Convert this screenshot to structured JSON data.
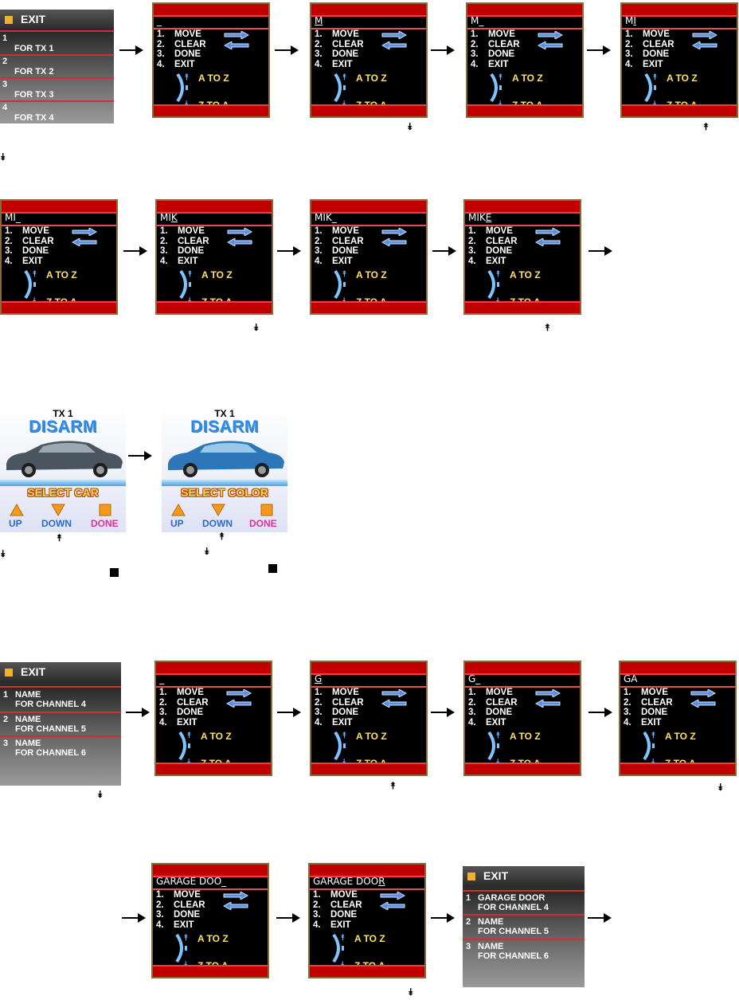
{
  "editor": {
    "menu_items": [
      {
        "num": "1.",
        "label": "MOVE"
      },
      {
        "num": "2.",
        "label": "CLEAR"
      },
      {
        "num": "3.",
        "label": "DONE"
      },
      {
        "num": "4.",
        "label": "EXIT"
      }
    ],
    "a_to_z": "A TO Z",
    "z_to_a": "Z TO A"
  },
  "row1": {
    "menu": {
      "exit": "EXIT",
      "entries": [
        {
          "num": "1",
          "text": "FOR TX 1"
        },
        {
          "num": "2",
          "text": "FOR TX 2"
        },
        {
          "num": "3",
          "text": "FOR TX 3"
        },
        {
          "num": "4",
          "text": "FOR TX 4"
        }
      ]
    },
    "screens": [
      {
        "name": "_",
        "cursor": ""
      },
      {
        "name": "",
        "cursor": "M"
      },
      {
        "name": "M_",
        "cursor": ""
      },
      {
        "name": "M",
        "cursor": "I"
      }
    ]
  },
  "row2": {
    "screens": [
      {
        "name": "MI_",
        "cursor": ""
      },
      {
        "name": "MI",
        "cursor": "K"
      },
      {
        "name": "MIK_",
        "cursor": ""
      },
      {
        "name": "MIK",
        "cursor": "E"
      }
    ]
  },
  "car_screens": [
    {
      "tx": "TX 1",
      "status": "DISARM",
      "select": "SELECT CAR",
      "up": "UP",
      "down": "DOWN",
      "done": "DONE"
    },
    {
      "tx": "TX 1",
      "status": "DISARM",
      "select": "SELECT COLOR",
      "up": "UP",
      "down": "DOWN",
      "done": "DONE"
    }
  ],
  "row4": {
    "menu": {
      "exit": "EXIT",
      "entries": [
        {
          "num": "1",
          "line1": "NAME",
          "line2": "FOR CHANNEL 4"
        },
        {
          "num": "2",
          "line1": "NAME",
          "line2": "FOR CHANNEL 5"
        },
        {
          "num": "3",
          "line1": "NAME",
          "line2": "FOR CHANNEL 6"
        }
      ]
    },
    "screens": [
      {
        "name": "_",
        "cursor": ""
      },
      {
        "name": "",
        "cursor": "G"
      },
      {
        "name": "G_",
        "cursor": ""
      },
      {
        "name": "GA",
        "cursor": ""
      }
    ]
  },
  "row5": {
    "screens": [
      {
        "name": "GARAGE DOO_",
        "cursor": ""
      },
      {
        "name": "GARAGE DOO",
        "cursor": "R"
      }
    ],
    "menu": {
      "exit": "EXIT",
      "entries": [
        {
          "num": "1",
          "line1": "GARAGE DOOR",
          "line2": "FOR CHANNEL 4"
        },
        {
          "num": "2",
          "line1": "NAME",
          "line2": "FOR CHANNEL 5"
        },
        {
          "num": "3",
          "line1": "NAME",
          "line2": "FOR CHANNEL 6"
        }
      ]
    }
  },
  "icons": {
    "rotate_down": "⯯",
    "rotate_up": "⯭",
    "up_tri": "▲",
    "down_tri": "▼"
  }
}
